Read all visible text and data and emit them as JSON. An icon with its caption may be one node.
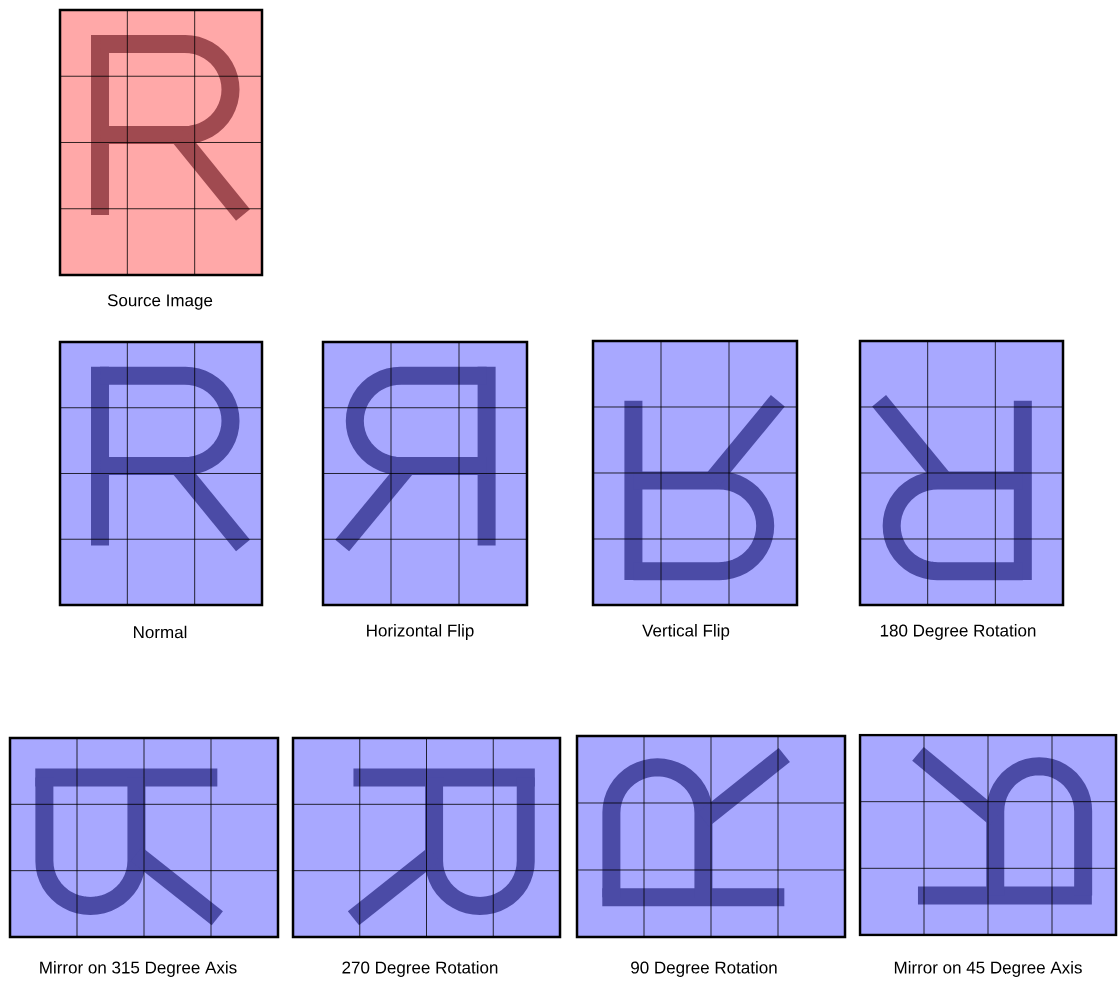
{
  "diagram": {
    "labels": [
      "Source Image",
      "Normal",
      "Horizontal Flip",
      "Vertical Flip",
      "180 Degree Rotation",
      "Mirror on 315 Degree Axis",
      "270 Degree Rotation",
      "90 Degree Rotation",
      "Mirror on 45 Degree Axis"
    ]
  }
}
